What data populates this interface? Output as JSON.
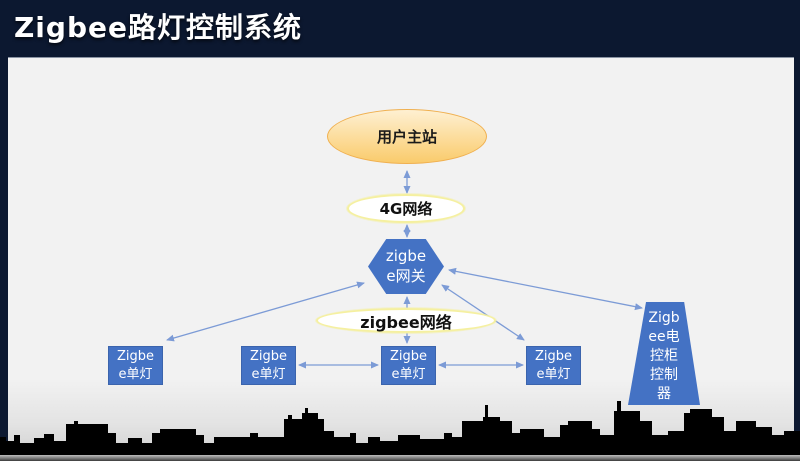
{
  "header": {
    "title": "Zigbee路灯控制系统"
  },
  "diagram": {
    "master_station": {
      "label": "用户主站"
    },
    "network_4g": {
      "label": "4G网络"
    },
    "gateway": {
      "label": "zigbe\ne网关"
    },
    "network_zigbee": {
      "label": "zigbee网络"
    },
    "lamps": [
      {
        "label": "Zigbe\ne单灯"
      },
      {
        "label": "Zigbe\ne单灯"
      },
      {
        "label": "Zigbe\ne单灯"
      },
      {
        "label": "Zigbe\ne单灯"
      }
    ],
    "cabinet_controller": {
      "label": "Zigb\nee电\n控柜\n控制\n器"
    }
  },
  "colors": {
    "node_blue": "#4472C4",
    "arrow_blue": "#7C9BD6",
    "ellipse_top": "#FEF0D2",
    "ellipse_bottom": "#FACB6B",
    "ellipse_border": "#F0B050",
    "cloud_border": "#F5F0A0",
    "panel_bg": "#F2F2F2",
    "header_navy": "#0C1830",
    "skyline_black": "#000000"
  }
}
